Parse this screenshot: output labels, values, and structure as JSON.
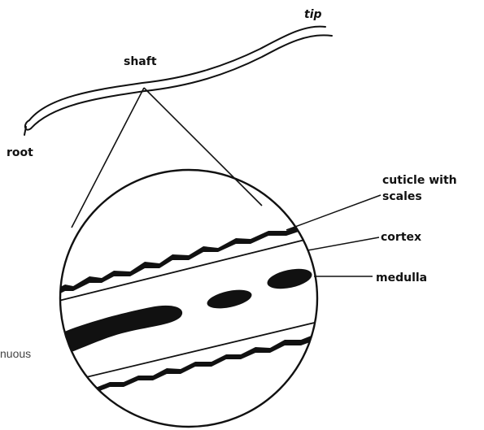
{
  "labels": {
    "tip": "tip",
    "shaft": "shaft",
    "root": "root",
    "cuticle_line1": "cuticle with",
    "cuticle_line2": "scales",
    "cortex": "cortex",
    "medulla": "medulla",
    "cropped_fragment": "nuous"
  },
  "colors": {
    "ink": "#111111",
    "background": "#ffffff"
  }
}
